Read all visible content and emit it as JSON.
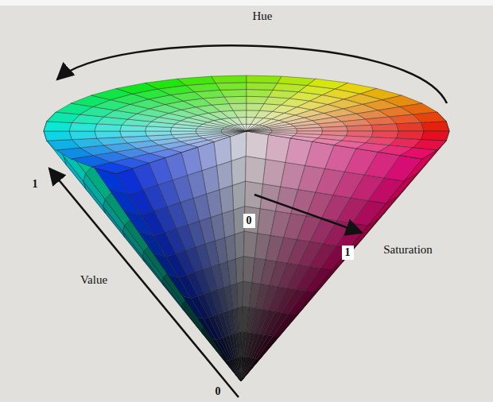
{
  "diagram": {
    "labels": [
      "Hue",
      "1",
      "Value",
      "0",
      "0",
      "1",
      "Saturation"
    ]
  }
}
